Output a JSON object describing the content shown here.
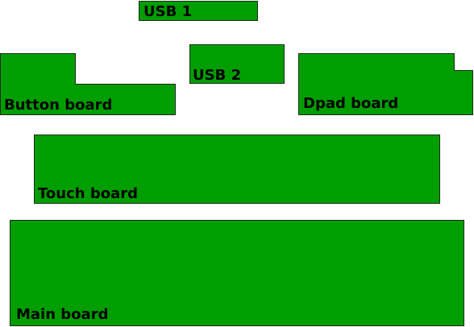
{
  "diagram": {
    "fill_color": "#009e00",
    "outline_color": "#1f2a1f",
    "text_color": "#000000",
    "boards": {
      "usb1": {
        "label": "USB 1"
      },
      "usb2": {
        "label": "USB 2"
      },
      "button": {
        "label": "Button board"
      },
      "dpad": {
        "label": "Dpad board"
      },
      "touch": {
        "label": "Touch board"
      },
      "main": {
        "label": "Main board"
      }
    }
  }
}
